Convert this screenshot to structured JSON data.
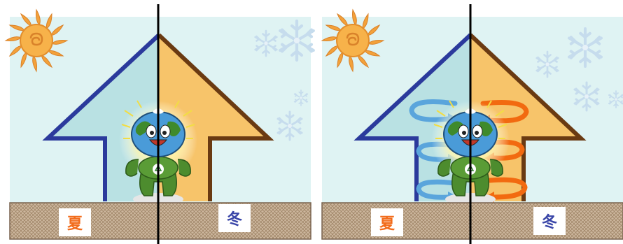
{
  "panels": [
    {
      "id": "left",
      "summer_label": "夏",
      "winter_label": "冬"
    },
    {
      "id": "right",
      "summer_label": "夏",
      "winter_label": "冬"
    }
  ],
  "colors": {
    "sky": "#dff3f3",
    "cool_fill": "#b9e1e3",
    "warm_fill": "#f7c46a",
    "cool_outline": "#2b3a9c",
    "warm_outline": "#6a3a12",
    "ground": "#c9b49b",
    "summer_text": "#f26c1c",
    "winter_text": "#3a46a8",
    "sun": "#f5a53a",
    "snow": "#c7dfee",
    "arrow_blue": "#5aa5dc",
    "arrow_orange": "#f26a10",
    "divider": "#000000"
  },
  "icons": [
    "sun-icon",
    "snowflake-icon",
    "earth-mascot-icon",
    "recycle-icon",
    "swirl-arrow-icon"
  ]
}
